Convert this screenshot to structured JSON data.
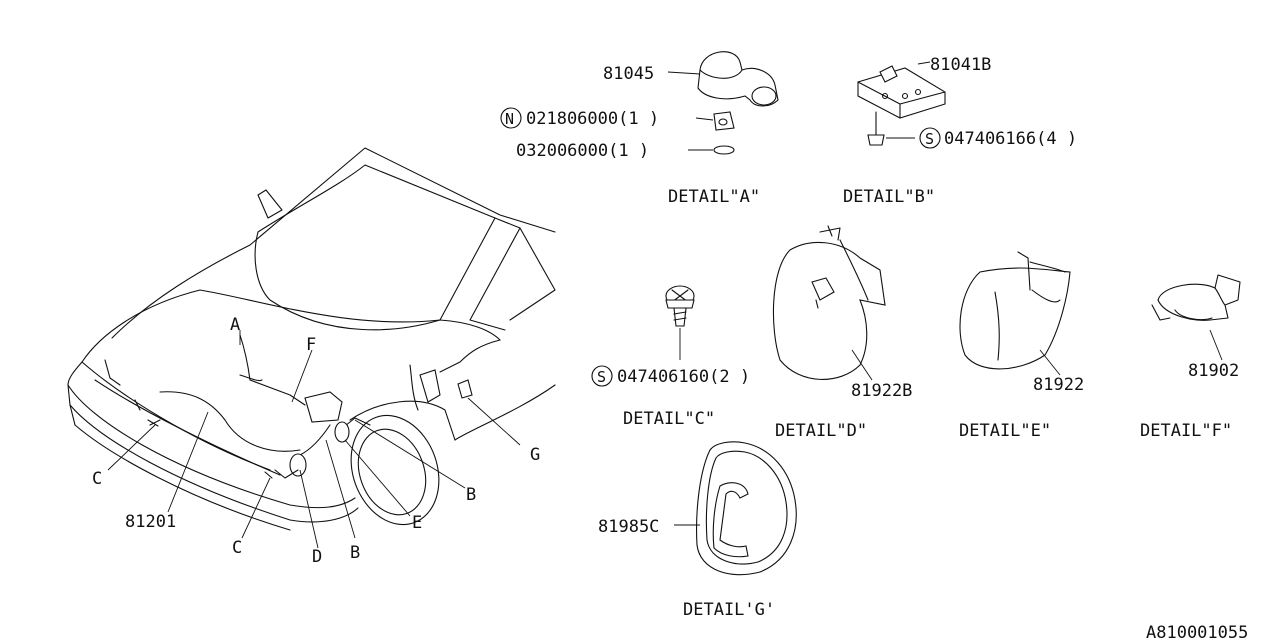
{
  "diagram_id": "A810001055",
  "car": {
    "callouts": {
      "A": "A",
      "F": "F",
      "G": "G",
      "B1": "B",
      "E": "E",
      "B2": "B",
      "D": "D",
      "C1": "C",
      "C2": "C"
    },
    "part_81201": "81201"
  },
  "detail_a": {
    "part_cap": "81045",
    "nut_marker": "N",
    "nut_part": "021806000(1 )",
    "washer_part": "032006000(1 )",
    "caption": "DETAIL\"A\""
  },
  "detail_b": {
    "part_bracket": "81041B",
    "screw_marker": "S",
    "screw_part": "047406166(4 )",
    "caption": "DETAIL\"B\""
  },
  "detail_c": {
    "screw_marker": "S",
    "screw_part": "047406160(2 )",
    "caption": "DETAIL\"C\""
  },
  "detail_d": {
    "part": "81922B",
    "caption": "DETAIL\"D\""
  },
  "detail_e": {
    "part": "81922",
    "caption": "DETAIL\"E\""
  },
  "detail_f": {
    "part": "81902",
    "caption": "DETAIL\"F\""
  },
  "detail_g": {
    "part": "81985C",
    "caption": "DETAIL'G'"
  }
}
